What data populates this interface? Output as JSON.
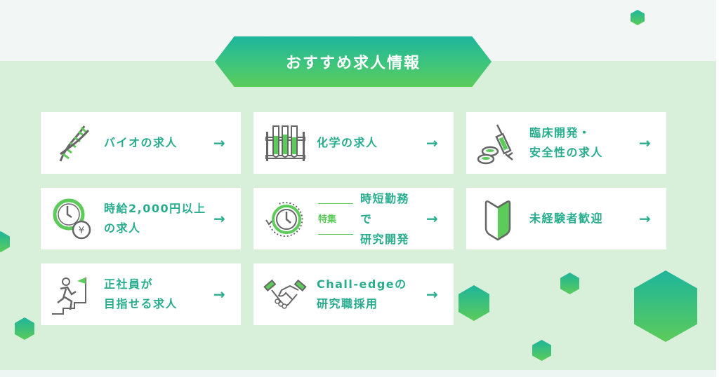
{
  "header": {
    "title": "おすすめ求人情報"
  },
  "colors": {
    "accent_text": "#27ad8e",
    "icon_green": "#5ccb5a",
    "gradient_top": "#1db59b",
    "gradient_bottom": "#5ccb5a",
    "section_bg": "#d8efd9",
    "top_bg": "#f2f7f5"
  },
  "cards": [
    {
      "label": "バイオの求人",
      "icon": "dna-icon",
      "arrow": "→"
    },
    {
      "label": "化学の求人",
      "icon": "test-tubes-icon",
      "arrow": "→"
    },
    {
      "label": "臨床開発・\n安全性の求人",
      "icon": "syringe-pills-icon",
      "arrow": "→"
    },
    {
      "label": "時給2,000円以上\nの求人",
      "icon": "clock-yen-icon",
      "arrow": "→"
    },
    {
      "label": "時短勤務\nで\n研究開発",
      "badge": "特集",
      "icon": "clock-cycle-icon",
      "arrow": "→"
    },
    {
      "label": "未経験者歓迎",
      "icon": "beginner-mark-icon",
      "arrow": "→"
    },
    {
      "label": "正社員が\n目指せる求人",
      "icon": "climbing-flag-icon",
      "arrow": "→"
    },
    {
      "label": "Chall-edgeの\n研究職採用",
      "icon": "handshake-icon",
      "arrow": "→"
    }
  ]
}
